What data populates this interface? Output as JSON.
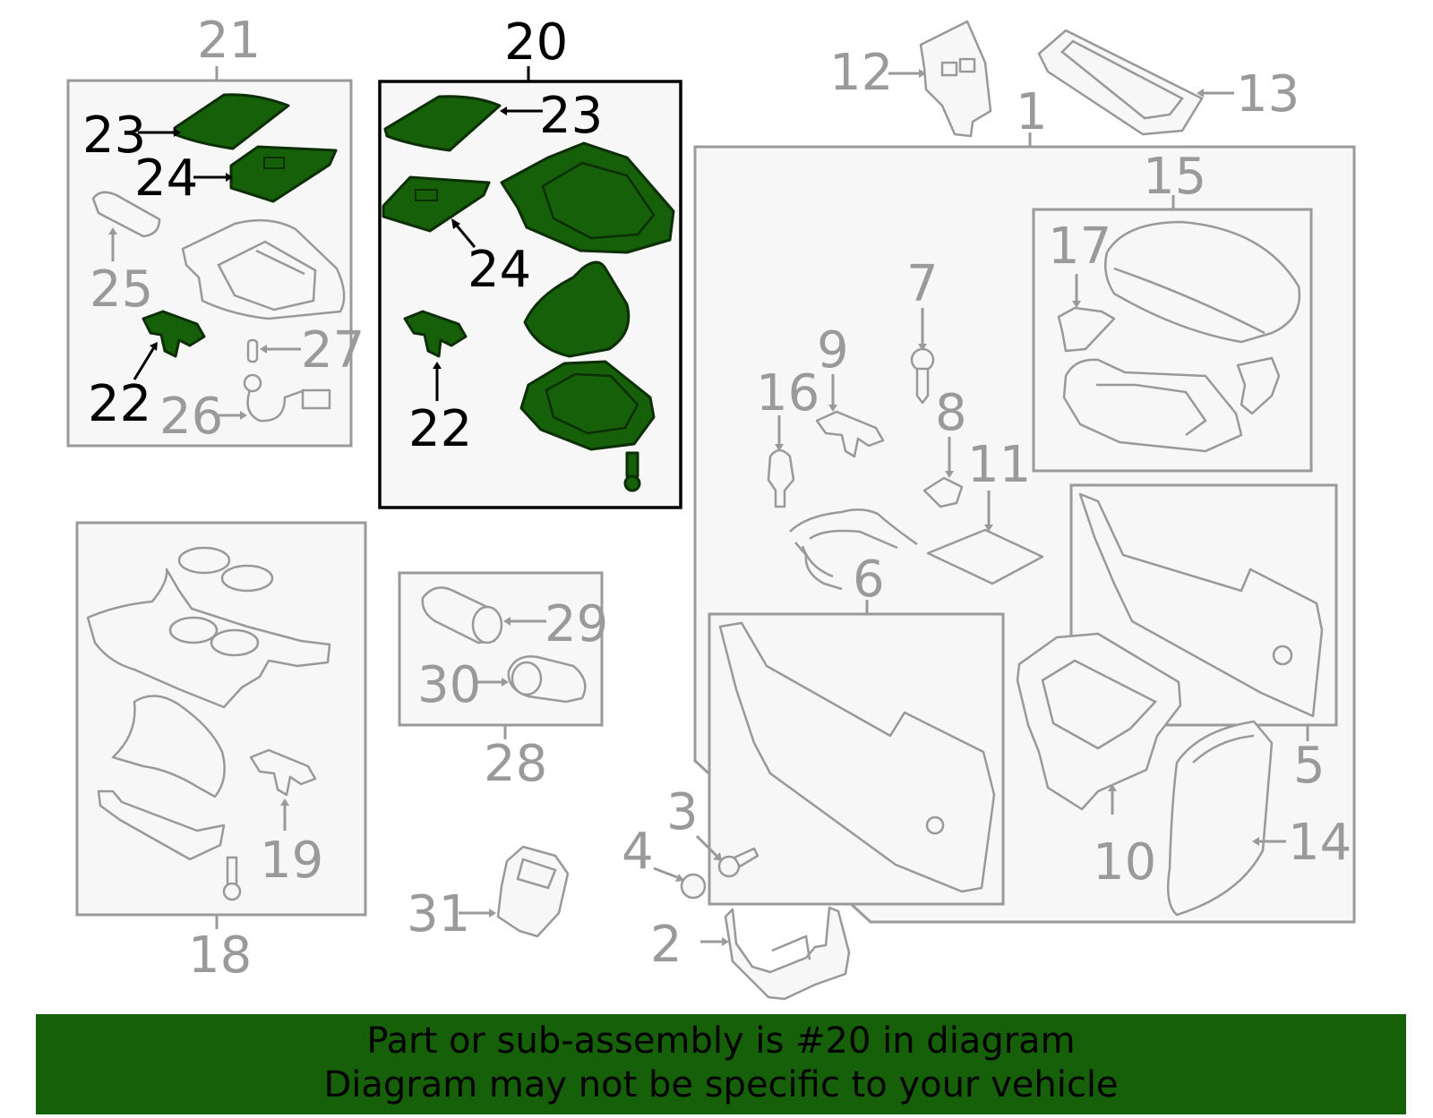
{
  "colors": {
    "highlight_green": "#156008",
    "part_gray": "#9a9a9a",
    "highlight_outline": "#000000"
  },
  "callouts": {
    "c1": "1",
    "c2": "2",
    "c3": "3",
    "c4": "4",
    "c5": "5",
    "c6": "6",
    "c7": "7",
    "c8": "8",
    "c9": "9",
    "c10": "10",
    "c11": "11",
    "c12": "12",
    "c13": "13",
    "c14": "14",
    "c15": "15",
    "c16": "16",
    "c17": "17",
    "c18": "18",
    "c19": "19",
    "c20": "20",
    "c21": "21",
    "c21_22": "22",
    "c21_23": "23",
    "c21_24": "24",
    "c25": "25",
    "c26": "26",
    "c27": "27",
    "c20_22": "22",
    "c20_23": "23",
    "c20_24": "24",
    "c28": "28",
    "c29": "29",
    "c30": "30",
    "c31": "31"
  },
  "highlighted_assembly": "20",
  "banner": {
    "line1": "Part or sub-assembly is #20 in diagram",
    "line2": "Diagram may not be specific to your vehicle"
  }
}
